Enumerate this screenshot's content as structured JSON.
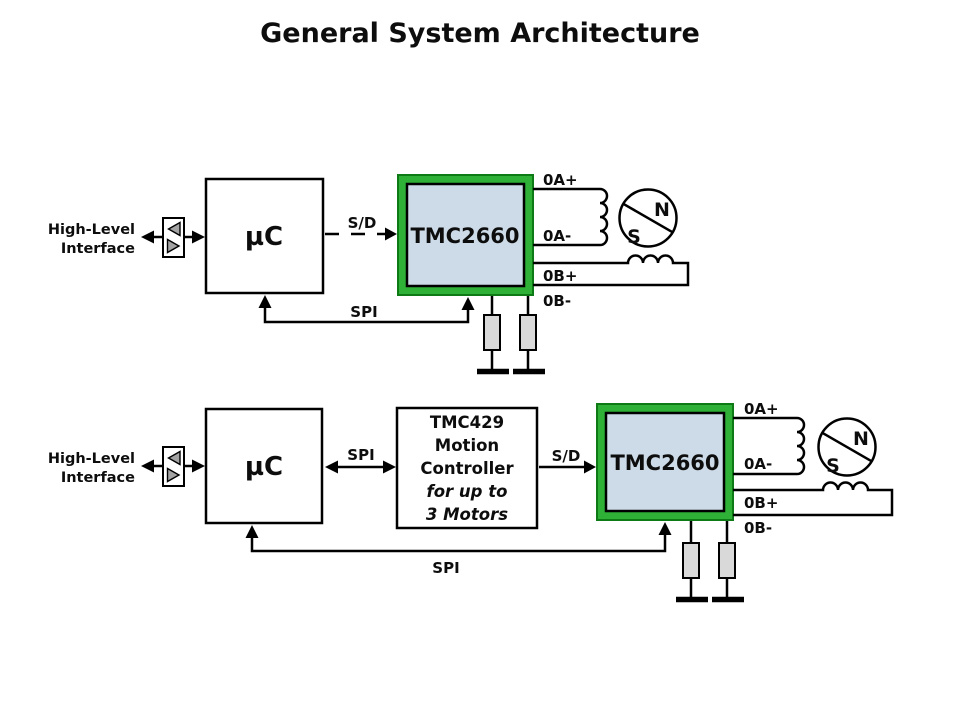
{
  "title": "General System Architecture",
  "colors": {
    "green": "#2eb136",
    "green_edge": "#0d7a15",
    "chip": "#cddbe8",
    "block": "#d9d9d9",
    "buffer_tri": "#a3a3a3",
    "white": "#ffffff"
  },
  "d1": {
    "interface": {
      "line1": "High-Level",
      "line2": "Interface"
    },
    "mcu": "µC",
    "bus_to_driver": "S/D",
    "driver": "TMC2660",
    "feedback_bus": "SPI",
    "outputs": [
      "0A+",
      "0A-",
      "0B+",
      "0B-"
    ],
    "motor": {
      "north": "N",
      "south": "S"
    }
  },
  "d2": {
    "interface": {
      "line1": "High-Level",
      "line2": "Interface"
    },
    "mcu": "µC",
    "bus_mcu_controller": "SPI",
    "controller": {
      "line1": "TMC429",
      "line2": "Motion",
      "line3": "Controller",
      "line4": "for up to",
      "line5": "3 Motors"
    },
    "bus_to_driver": "S/D",
    "driver": "TMC2660",
    "feedback_bus": "SPI",
    "outputs": [
      "0A+",
      "0A-",
      "0B+",
      "0B-"
    ],
    "motor": {
      "north": "N",
      "south": "S"
    }
  }
}
